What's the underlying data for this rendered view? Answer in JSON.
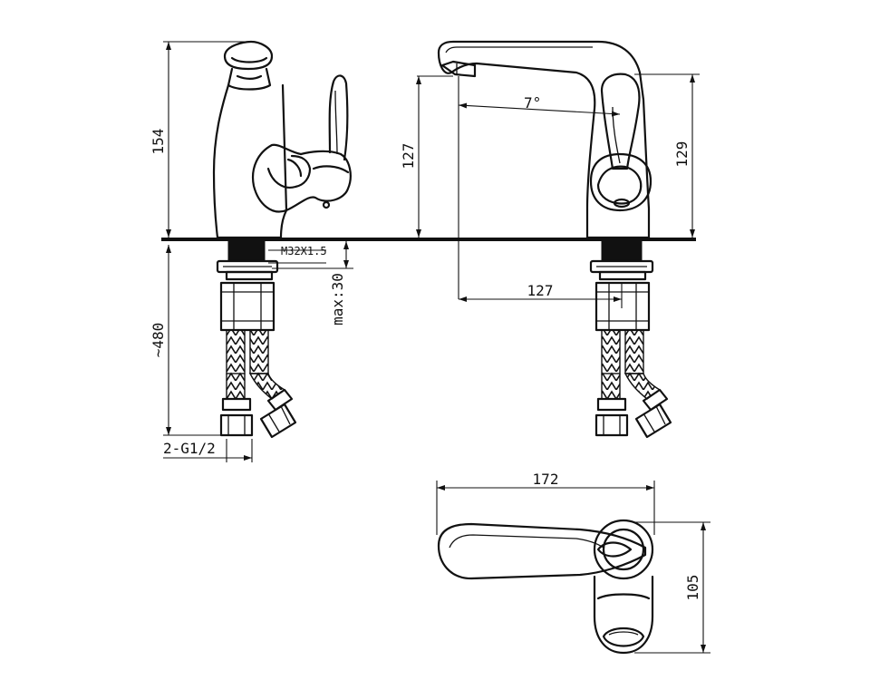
{
  "dimensions": {
    "height_front": "154",
    "height_side_left": "127",
    "height_side_right": "129",
    "spout_angle": "7°",
    "spout_reach": "127",
    "thread": "M32X1.5",
    "max_thickness": "max:30",
    "hose_length": "~480",
    "hose_connection": "2-G1/2",
    "top_width": "172",
    "top_depth": "105"
  }
}
